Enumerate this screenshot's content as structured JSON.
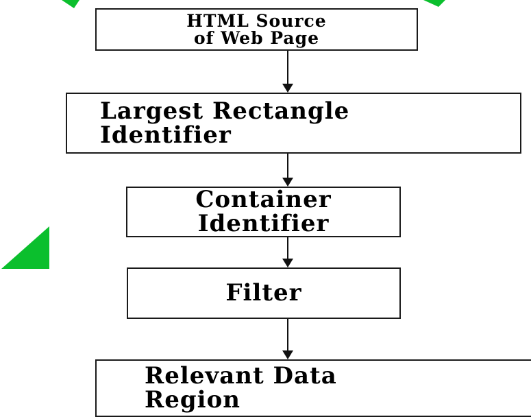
{
  "watermark": {
    "color": "#0bbf2d",
    "icon": "triangle-watermark"
  },
  "flowchart": {
    "steps": [
      {
        "lines": [
          "HTML Source",
          "of Web Page"
        ]
      },
      {
        "lines": [
          "Largest Rectangle",
          "Identifier"
        ]
      },
      {
        "lines": [
          "Container",
          "Identifier"
        ]
      },
      {
        "lines": [
          "Filter"
        ]
      },
      {
        "lines": [
          "Relevant Data",
          "Region"
        ]
      }
    ]
  }
}
